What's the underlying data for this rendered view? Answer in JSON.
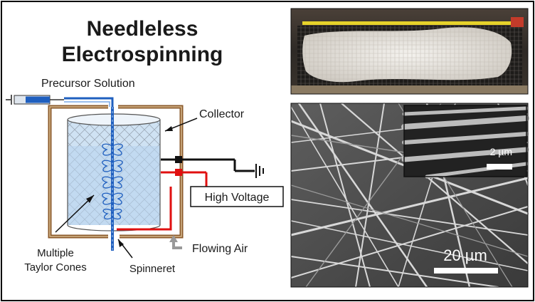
{
  "title": {
    "line1": "Needleless",
    "line2": "Electrospinning"
  },
  "labels": {
    "precursor": "Precursor Solution",
    "collector": "Collector",
    "high_voltage": "High Voltage",
    "flowing_air": "Flowing Air",
    "multiple": "Multiple",
    "taylor_cones": "Taylor Cones",
    "spinneret": "Spinneret"
  },
  "scale_bars": {
    "main": "20 µm",
    "inset": "2 µm"
  },
  "colors": {
    "collector_wire": "#8b5a2b",
    "solution_blue": "#1f5fbf",
    "hv_red": "#e01010",
    "ground_black": "#111111"
  }
}
